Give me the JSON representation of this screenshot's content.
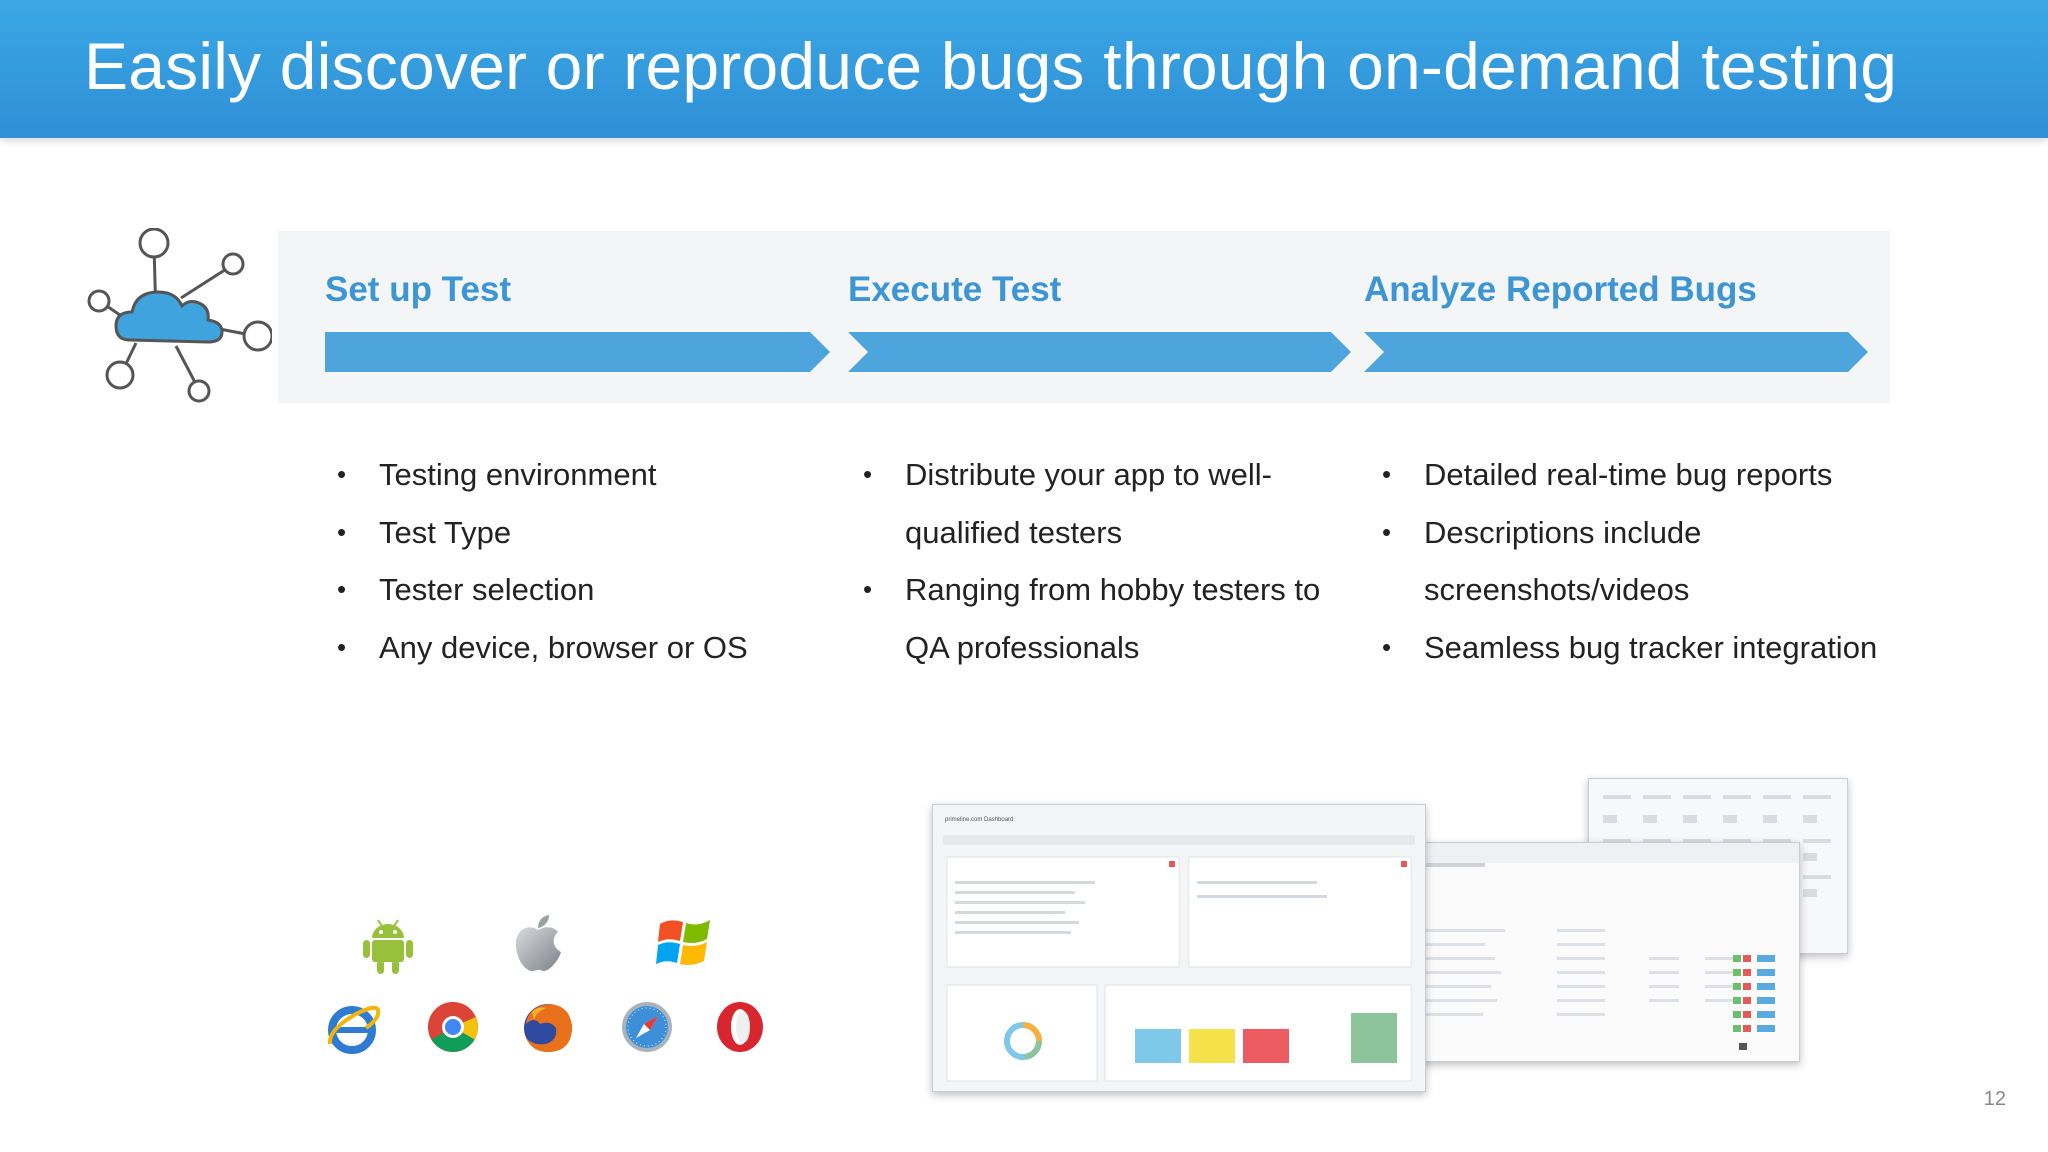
{
  "slide": {
    "title": "Easily discover or reproduce bugs through on-demand testing",
    "page_number": "12"
  },
  "stages": [
    {
      "title": "Set up Test",
      "bullets": [
        "Testing environment",
        "Test Type",
        "Tester selection",
        "Any device, browser or OS"
      ]
    },
    {
      "title": "Execute Test",
      "bullets": [
        "Distribute your app to well-",
        "qualified testers",
        "Ranging from hobby testers to",
        "QA professionals"
      ]
    },
    {
      "title": "Analyze Reported Bugs",
      "bullets": [
        "Detailed real-time bug reports",
        "Descriptions include",
        "screenshots/videos",
        "Seamless bug tracker integration"
      ]
    }
  ],
  "icons": {
    "network": "cloud-network-icon",
    "platforms": [
      "android-icon",
      "apple-icon",
      "windows-icon"
    ],
    "browsers": [
      "internet-explorer-icon",
      "chrome-icon",
      "firefox-icon",
      "safari-icon",
      "opera-icon"
    ]
  },
  "screenshot": {
    "dashboard_title": "primeline.com Dashboard",
    "chart_bars": [
      "#7ec8ea",
      "#f5e24a",
      "#ec5a62",
      "#8ec49c"
    ]
  },
  "colors": {
    "header": "#3aa7e4",
    "accent": "#3d95d3",
    "arrow": "#4ea4dc",
    "band": "#f4f5f7"
  }
}
